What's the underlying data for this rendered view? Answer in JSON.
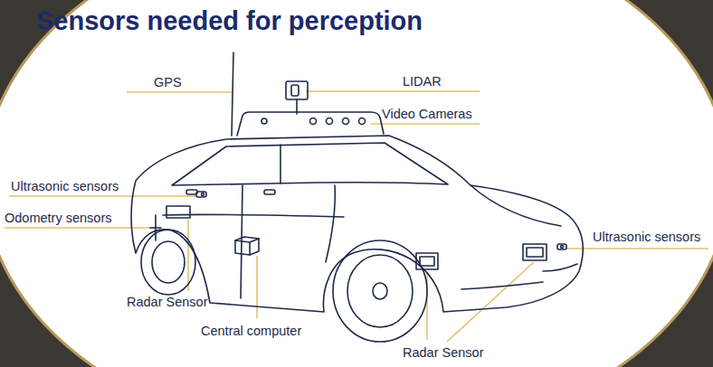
{
  "diagram": {
    "title": "Sensors needed for perception",
    "labels": [
      "GPS",
      "LIDAR",
      "Video Cameras",
      "Ultrasonic sensors",
      "Odometry sensors",
      "Radar Sensor",
      "Central computer",
      "Radar Sensor",
      "Ultrasonic sensors"
    ]
  }
}
